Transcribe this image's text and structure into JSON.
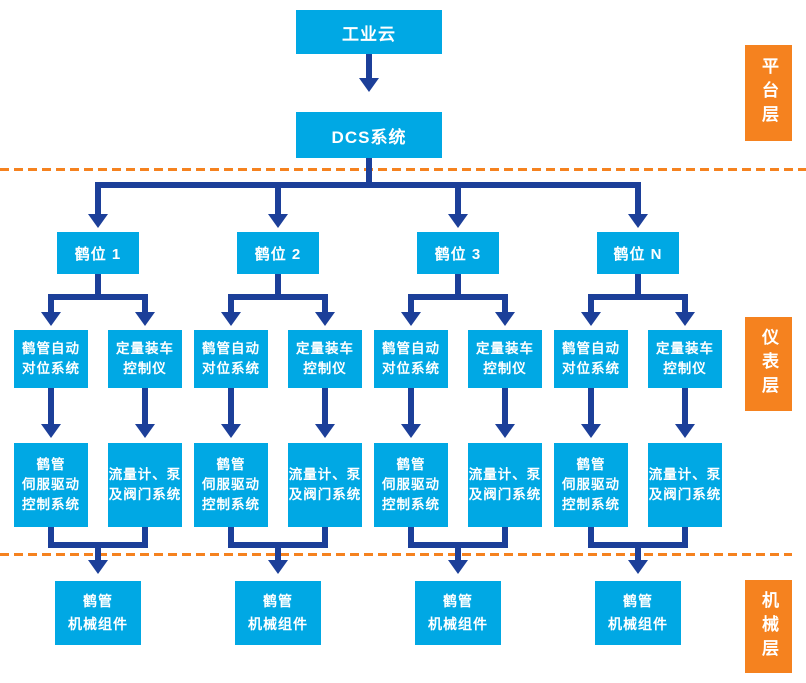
{
  "diagram": {
    "platform": {
      "cloud": "工业云",
      "dcs": "DCS系统"
    },
    "layers": {
      "platform": "平台层",
      "instrument": "仪表层",
      "mechanical": "机械层"
    },
    "groups": [
      {
        "label": "鹤位 1",
        "align": "鹤管自动\n对位系统",
        "loader": "定量装车\n控制仪",
        "servo": "鹤管\n伺服驱动\n控制系统",
        "flow": "流量计、泵\n及阀门系统",
        "mech": "鹤管\n机械组件"
      },
      {
        "label": "鹤位 2",
        "align": "鹤管自动\n对位系统",
        "loader": "定量装车\n控制仪",
        "servo": "鹤管\n伺服驱动\n控制系统",
        "flow": "流量计、泵\n及阀门系统",
        "mech": "鹤管\n机械组件"
      },
      {
        "label": "鹤位 3",
        "align": "鹤管自动\n对位系统",
        "loader": "定量装车\n控制仪",
        "servo": "鹤管\n伺服驱动\n控制系统",
        "flow": "流量计、泵\n及阀门系统",
        "mech": "鹤管\n机械组件"
      },
      {
        "label": "鹤位 N",
        "align": "鹤管自动\n对位系统",
        "loader": "定量装车\n控制仪",
        "servo": "鹤管\n伺服驱动\n控制系统",
        "flow": "流量计、泵\n及阀门系统",
        "mech": "鹤管\n机械组件"
      }
    ],
    "colors": {
      "box_cyan": "#00A8E4",
      "connector_navy": "#1C3F99",
      "layer_orange": "#F5821F",
      "background": "#FFFFFF"
    }
  }
}
